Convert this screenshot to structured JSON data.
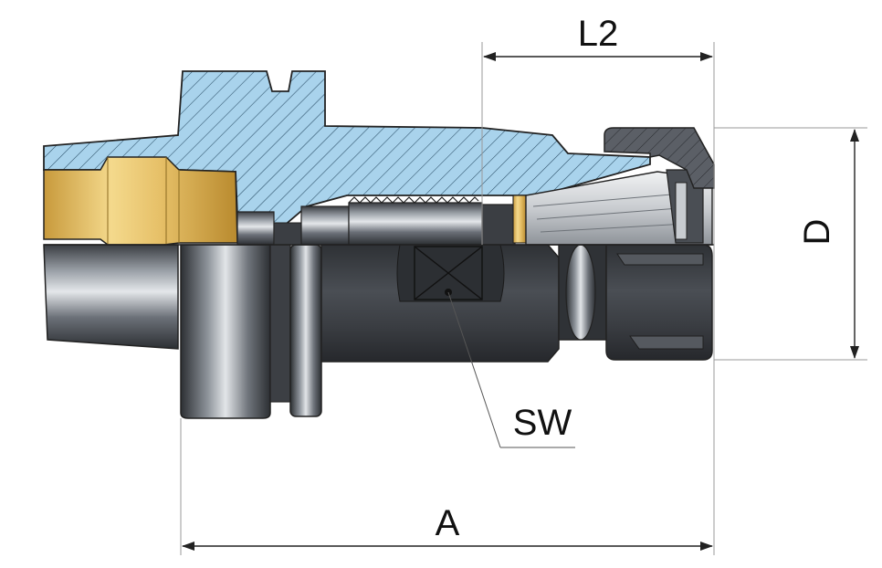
{
  "labels": {
    "l2": "L2",
    "d": "D",
    "sw": "SW",
    "a": "A"
  },
  "colors": {
    "section_fill": "#a9d3ec",
    "hatch": "#2a4d66",
    "outline": "#222222",
    "brass": "#e3c26a",
    "steel_dark": "#3a3d42",
    "steel_mid": "#6b7078",
    "steel_light": "#d7dadd",
    "dim_line": "#222222",
    "extension_line": "#9a9a9a"
  }
}
